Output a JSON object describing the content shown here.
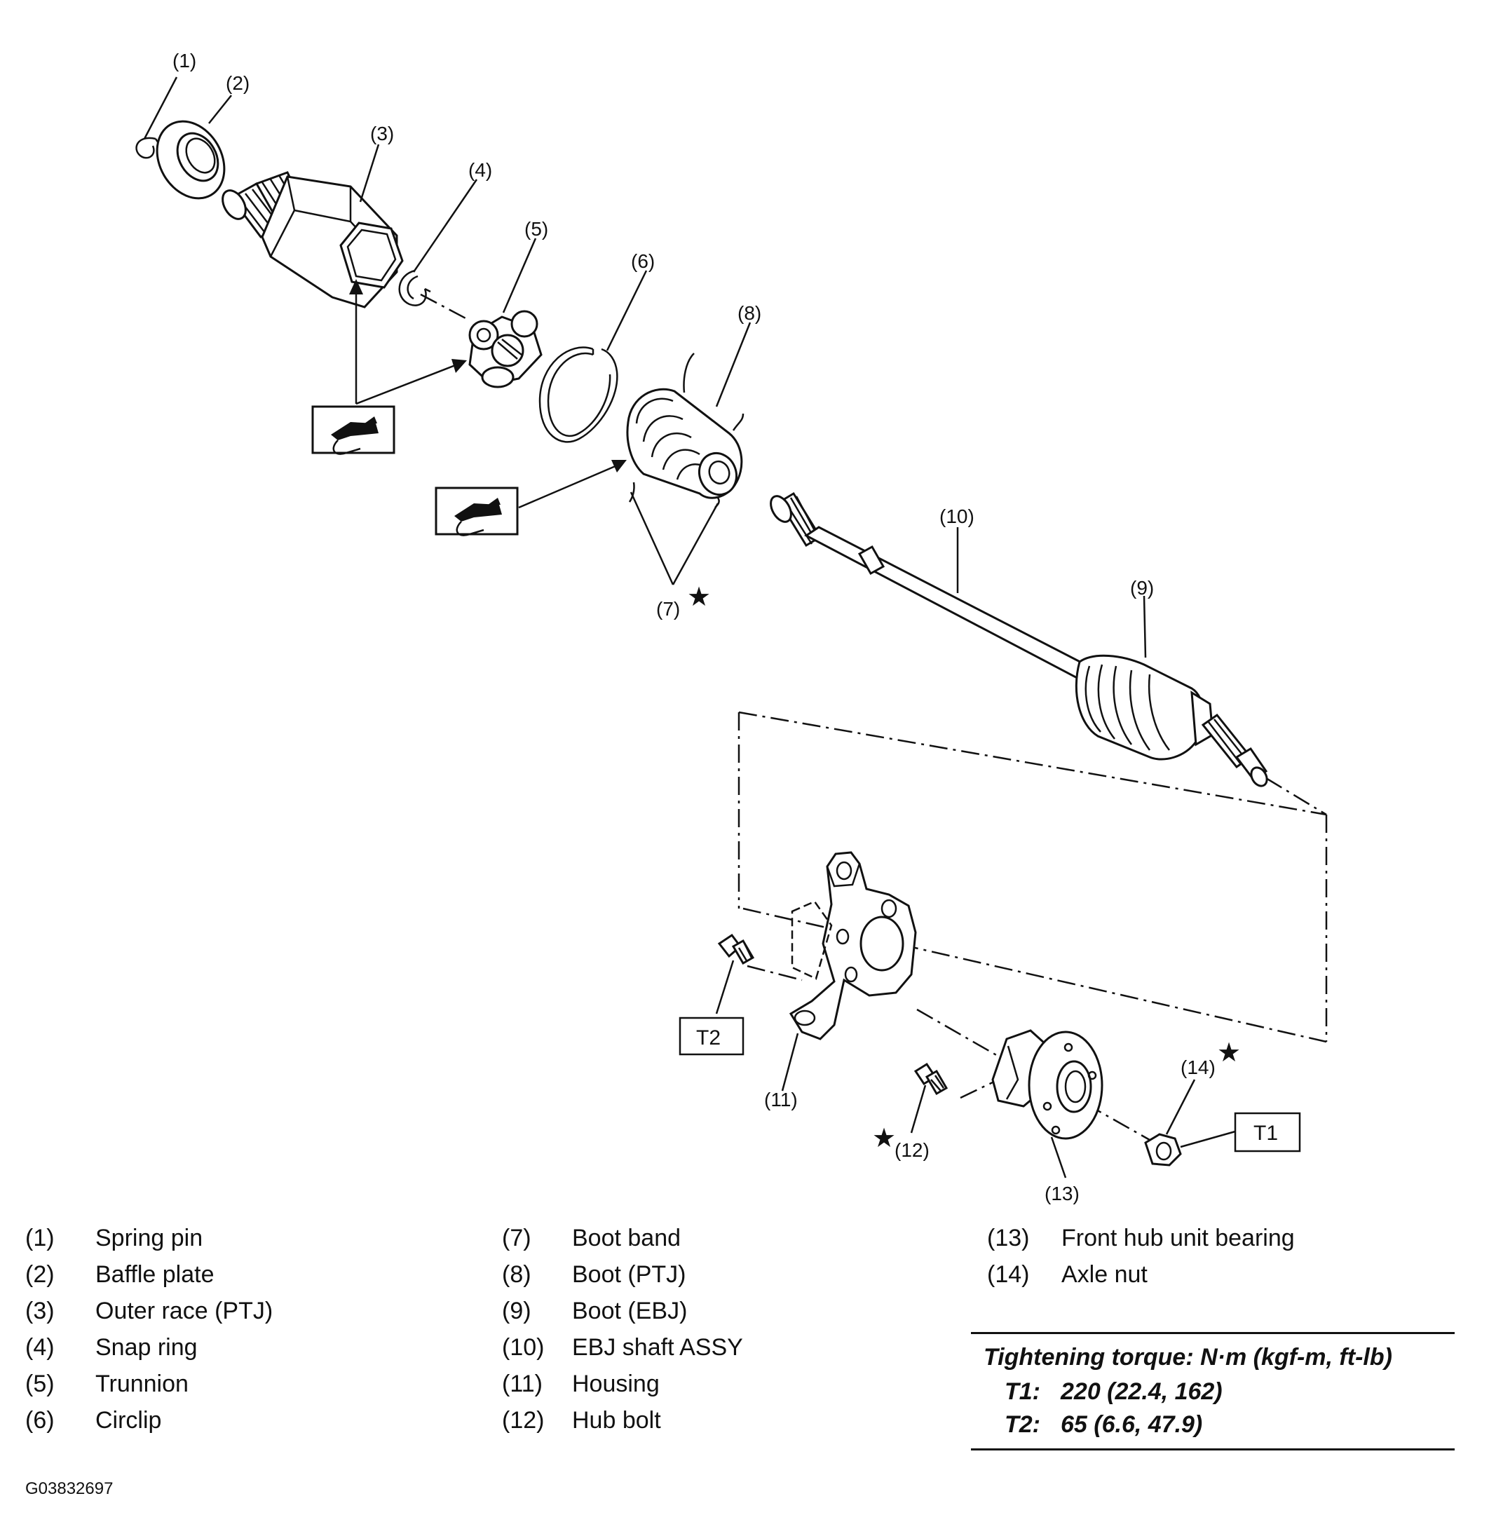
{
  "callouts": [
    "(1)",
    "(2)",
    "(3)",
    "(4)",
    "(5)",
    "(6)",
    "(7)",
    "(8)",
    "(9)",
    "(10)",
    "(11)",
    "(12)",
    "(13)",
    "(14)"
  ],
  "star_symbol": "★",
  "torque_box_labels": {
    "t1": "T1",
    "t2": "T2"
  },
  "legend": {
    "col1": [
      {
        "num": "(1)",
        "name": "Spring pin"
      },
      {
        "num": "(2)",
        "name": "Baffle plate"
      },
      {
        "num": "(3)",
        "name": "Outer race (PTJ)"
      },
      {
        "num": "(4)",
        "name": "Snap ring"
      },
      {
        "num": "(5)",
        "name": "Trunnion"
      },
      {
        "num": "(6)",
        "name": "Circlip"
      }
    ],
    "col2": [
      {
        "num": "(7)",
        "name": "Boot band"
      },
      {
        "num": "(8)",
        "name": "Boot (PTJ)"
      },
      {
        "num": "(9)",
        "name": "Boot (EBJ)"
      },
      {
        "num": "(10)",
        "name": "EBJ shaft ASSY"
      },
      {
        "num": "(11)",
        "name": "Housing"
      },
      {
        "num": "(12)",
        "name": "Hub bolt"
      }
    ],
    "col3": [
      {
        "num": "(13)",
        "name": "Front hub unit bearing"
      },
      {
        "num": "(14)",
        "name": "Axle nut"
      }
    ]
  },
  "torque": {
    "title": "Tightening torque: N·m (kgf-m, ft-lb)",
    "specs": [
      {
        "key": "T1:",
        "value": "220 (22.4, 162)"
      },
      {
        "key": "T2:",
        "value": "65 (6.6, 47.9)"
      }
    ]
  },
  "figure_code": "G03832697",
  "icons": [
    "grease-icon"
  ]
}
